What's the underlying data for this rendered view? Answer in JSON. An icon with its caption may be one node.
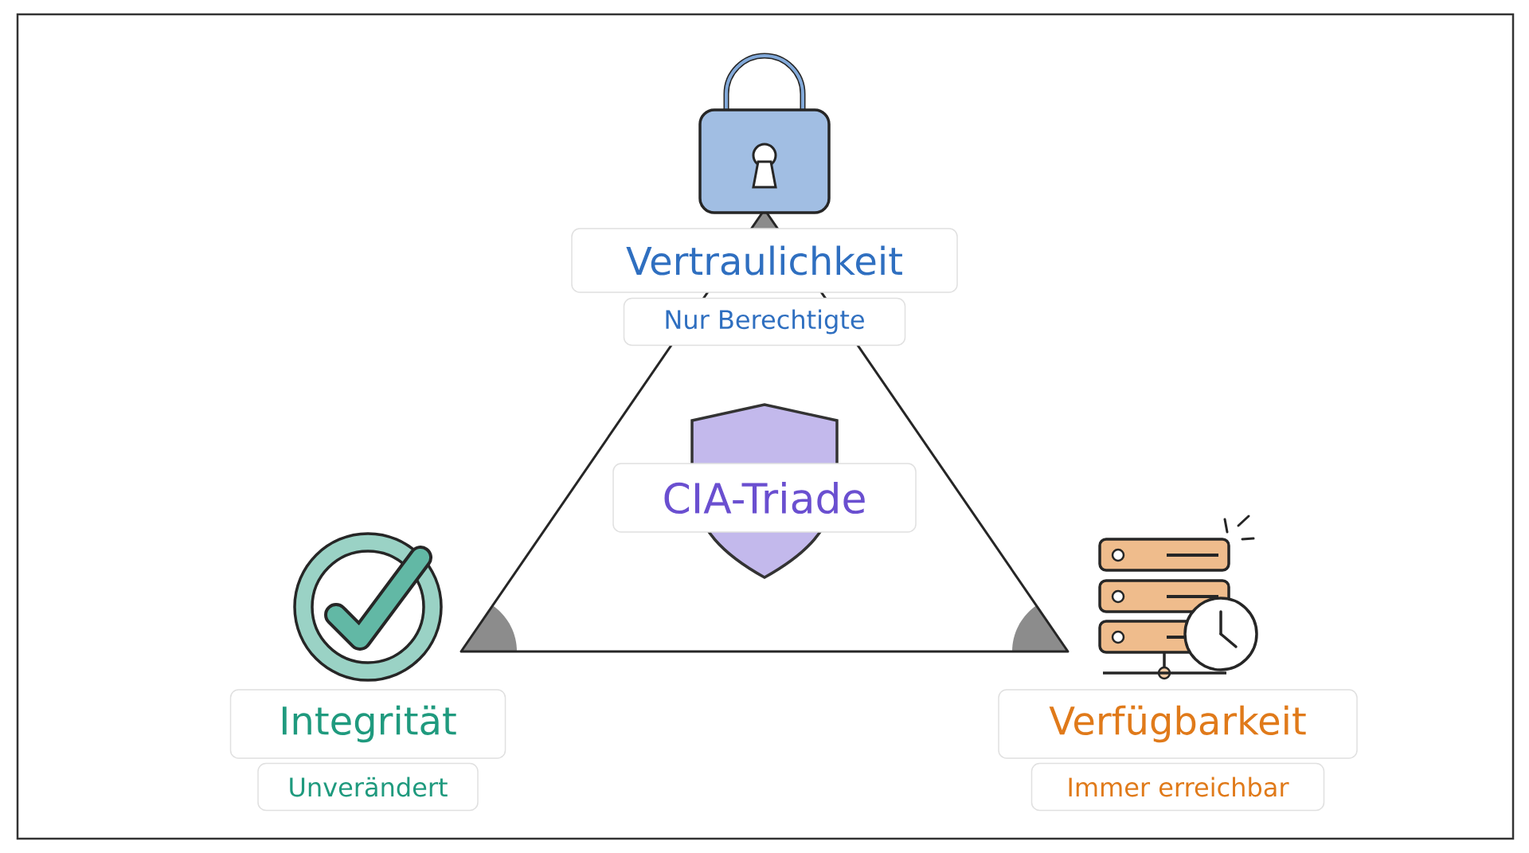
{
  "diagram": {
    "nodes": [
      {
        "text": [
          "Vertraulichkeit"
        ]
      },
      {
        "text": [
          "Nur Berechtigte"
        ]
      },
      {
        "text": [
          "CIA-Triade"
        ]
      },
      {
        "text": [
          "Integrität"
        ]
      },
      {
        "text": [
          "Unverändert"
        ]
      },
      {
        "text": [
          "Verfügbarkeit"
        ]
      },
      {
        "text": [
          "Immer erreichbar"
        ]
      }
    ]
  }
}
